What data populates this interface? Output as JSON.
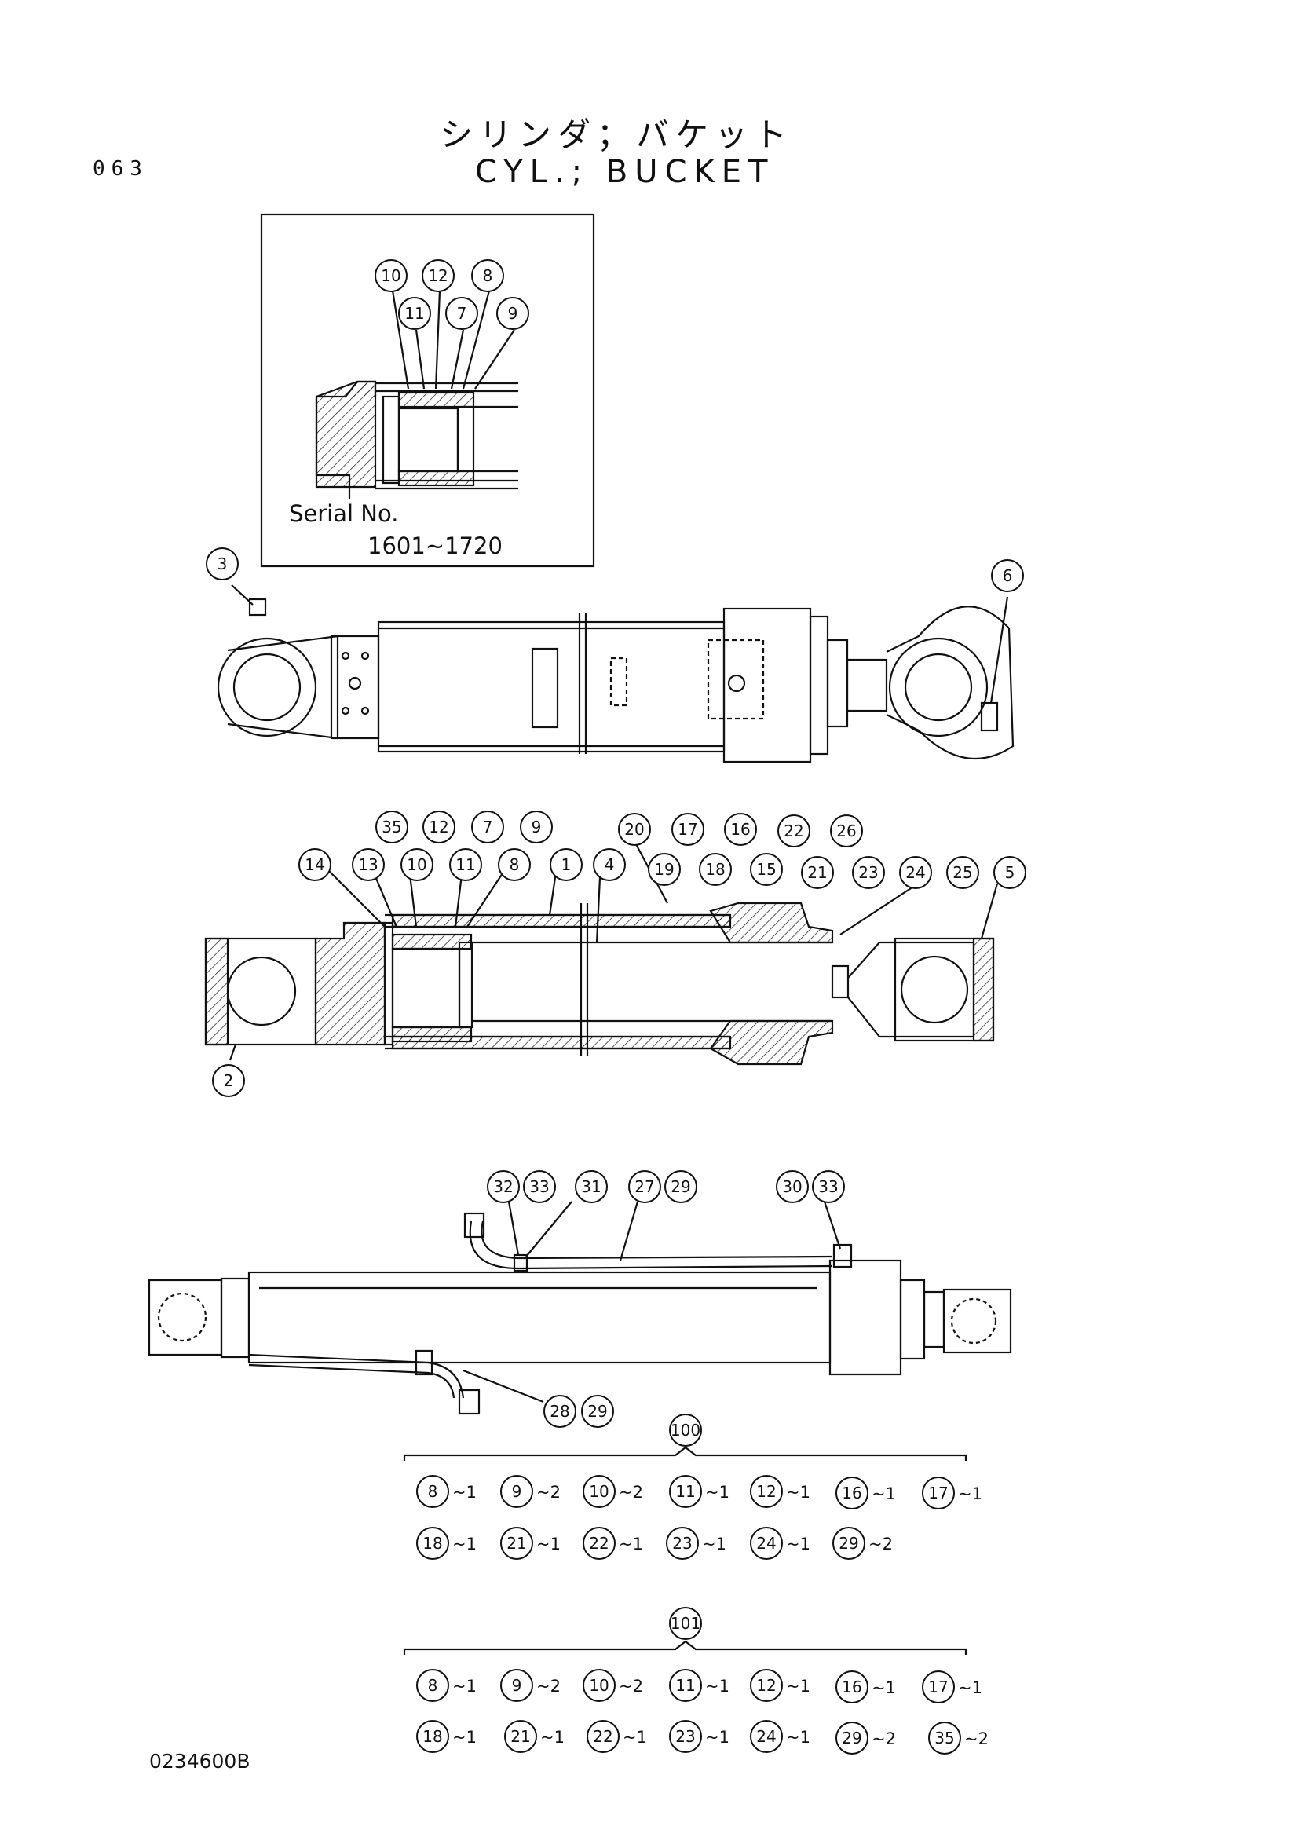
{
  "header": {
    "page_number": "063",
    "title_jp": "シリンダ；バケット",
    "title_en": "CYL.; BUCKET"
  },
  "inset": {
    "serial_label": "Serial No.",
    "serial_range": "1601~1720",
    "callouts": [
      "10",
      "12",
      "8",
      "11",
      "7",
      "9"
    ]
  },
  "views": {
    "external_view": {
      "callouts": [
        "3",
        "6"
      ]
    },
    "section_view": {
      "callouts": [
        "35",
        "12",
        "7",
        "9",
        "14",
        "13",
        "10",
        "11",
        "8",
        "1",
        "4",
        "20",
        "17",
        "16",
        "22",
        "26",
        "19",
        "18",
        "15",
        "21",
        "23",
        "24",
        "25",
        "5",
        "2"
      ]
    },
    "piping_view": {
      "callouts": [
        "32",
        "33",
        "31",
        "27",
        "29",
        "30",
        "33",
        "28",
        "29"
      ]
    }
  },
  "kits": [
    {
      "kit_number": "100",
      "items": [
        {
          "part": "8",
          "qty": "~1"
        },
        {
          "part": "9",
          "qty": "~2"
        },
        {
          "part": "10",
          "qty": "~2"
        },
        {
          "part": "11",
          "qty": "~1"
        },
        {
          "part": "12",
          "qty": "~1"
        },
        {
          "part": "16",
          "qty": "~1"
        },
        {
          "part": "17",
          "qty": "~1"
        },
        {
          "part": "18",
          "qty": "~1"
        },
        {
          "part": "21",
          "qty": "~1"
        },
        {
          "part": "22",
          "qty": "~1"
        },
        {
          "part": "23",
          "qty": "~1"
        },
        {
          "part": "24",
          "qty": "~1"
        },
        {
          "part": "29",
          "qty": "~2"
        }
      ]
    },
    {
      "kit_number": "101",
      "items": [
        {
          "part": "8",
          "qty": "~1"
        },
        {
          "part": "9",
          "qty": "~2"
        },
        {
          "part": "10",
          "qty": "~2"
        },
        {
          "part": "11",
          "qty": "~1"
        },
        {
          "part": "12",
          "qty": "~1"
        },
        {
          "part": "16",
          "qty": "~1"
        },
        {
          "part": "17",
          "qty": "~1"
        },
        {
          "part": "18",
          "qty": "~1"
        },
        {
          "part": "21",
          "qty": "~1"
        },
        {
          "part": "22",
          "qty": "~1"
        },
        {
          "part": "23",
          "qty": "~1"
        },
        {
          "part": "24",
          "qty": "~1"
        },
        {
          "part": "29",
          "qty": "~2"
        },
        {
          "part": "35",
          "qty": "~2"
        }
      ]
    }
  ],
  "footer": {
    "drawing_number": "0234600B"
  },
  "colors": {
    "ink": "#111111",
    "paper": "#ffffff"
  }
}
